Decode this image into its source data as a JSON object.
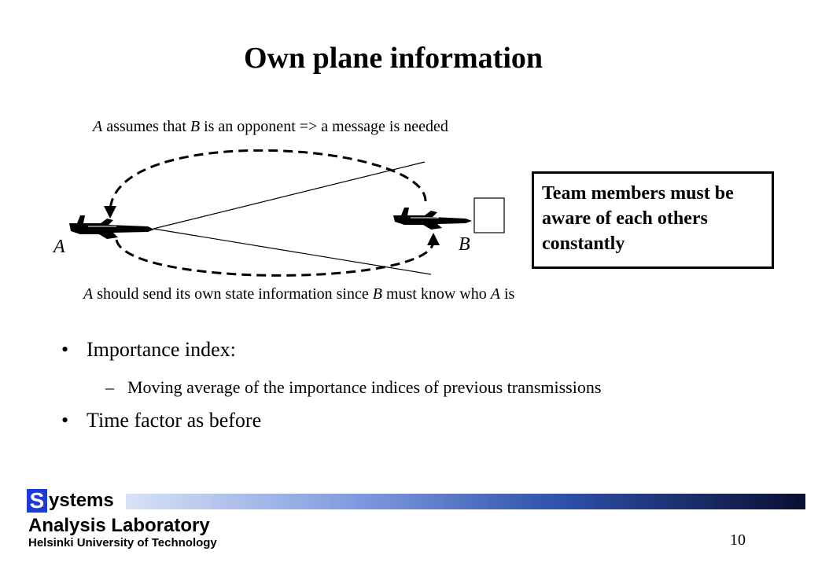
{
  "slide": {
    "title": "Own plane information"
  },
  "diagram": {
    "top_caption": {
      "a": "A",
      "t1": " assumes that ",
      "b": "B",
      "t2": " is an opponent => a message is needed"
    },
    "bottom_caption": {
      "a": "A",
      "t1": " should send its own state information since ",
      "b": "B",
      "t2": " must know who ",
      "a2": "A",
      "t3": " is"
    },
    "label_a": "A",
    "label_b": "B",
    "note": "Team members must be aware of each others constantly"
  },
  "bullets": {
    "b1": "Importance index:",
    "sub1": "Moving average of the importance indices of previous transmissions",
    "b2": "Time factor as before",
    "bullet_char": "•",
    "dash_char": "–"
  },
  "footer": {
    "logo_initial": "S",
    "logo_rest": "ystems",
    "lab": "Analysis Laboratory",
    "university": "Helsinki University of Technology",
    "page": "10"
  },
  "colors": {
    "logo_blue": "#1d3bd6",
    "bar_dark": "#0a0f32"
  }
}
